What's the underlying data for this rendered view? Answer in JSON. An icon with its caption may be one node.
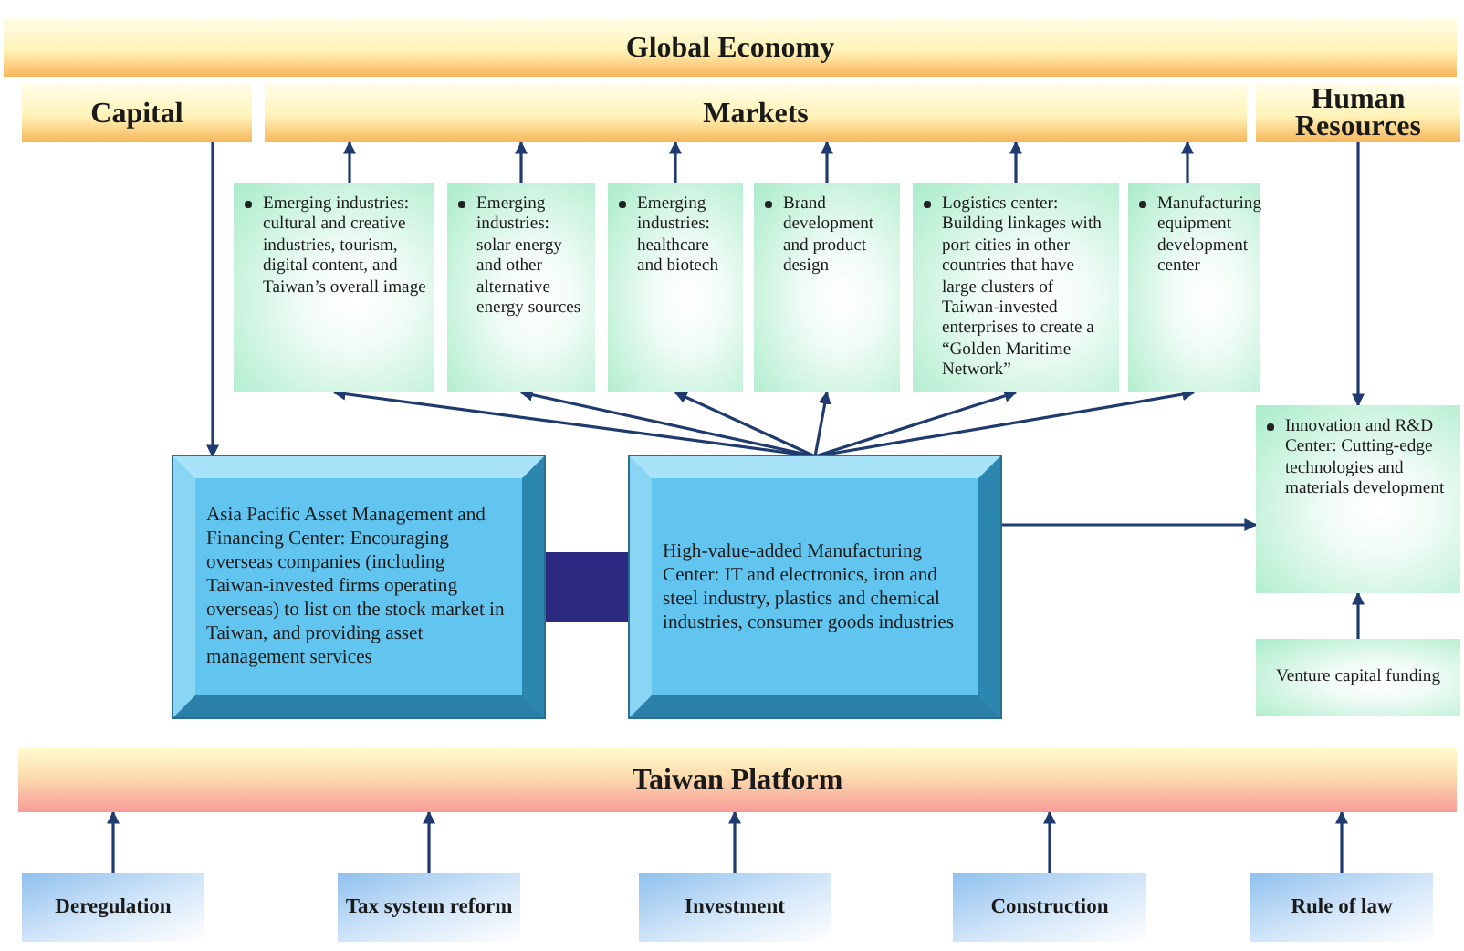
{
  "diagram": {
    "nodes": [
      {
        "text": [
          "Global Economy"
        ]
      },
      {
        "text": [
          "Capital"
        ]
      },
      {
        "text": [
          "Markets"
        ]
      },
      {
        "text": [
          "Human Resources"
        ]
      },
      {
        "text": [
          "Emerging industries: cultural and creative industries, tourism, digital content, and Taiwan’s overall image"
        ]
      },
      {
        "text": [
          "Emerging industries: solar energy and other alternative energy sources"
        ]
      },
      {
        "text": [
          "Emerging industries: healthcare and biotech"
        ]
      },
      {
        "text": [
          "Brand development and product design"
        ]
      },
      {
        "text": [
          "Logistics center: Building linkages with port cities in other countries that have large clusters of Taiwan-invested enterprises to create a “Golden Maritime Network”"
        ]
      },
      {
        "text": [
          "Manufacturing equipment development center"
        ]
      },
      {
        "text": [
          "Asia Pacific Asset Management and Financing Center: Encouraging overseas companies (including Taiwan-invested firms operating overseas) to list on the stock market in Taiwan, and providing asset management services"
        ]
      },
      {
        "text": [
          "High-value-added Manufacturing Center: IT and electronics, iron and steel industry, plastics and chemical industries, consumer goods industries"
        ]
      },
      {
        "text": [
          "Innovation and R&D Center: Cutting-edge technologies and materials development"
        ]
      },
      {
        "text": [
          "Venture capital funding"
        ]
      },
      {
        "text": [
          "Taiwan Platform"
        ]
      },
      {
        "text": [
          "Deregulation"
        ]
      },
      {
        "text": [
          "Tax system reform"
        ]
      },
      {
        "text": [
          "Investment"
        ]
      },
      {
        "text": [
          "Construction"
        ]
      },
      {
        "text": [
          "Rule of law"
        ]
      }
    ],
    "edges": [
      {
        "from": 4,
        "to": 2,
        "arrow": "to"
      },
      {
        "from": 5,
        "to": 2,
        "arrow": "to"
      },
      {
        "from": 6,
        "to": 2,
        "arrow": "to"
      },
      {
        "from": 7,
        "to": 2,
        "arrow": "to"
      },
      {
        "from": 8,
        "to": 2,
        "arrow": "to"
      },
      {
        "from": 9,
        "to": 2,
        "arrow": "to"
      },
      {
        "from": 1,
        "to": 10,
        "arrow": "to"
      },
      {
        "from": 3,
        "to": 12,
        "arrow": "to"
      },
      {
        "from": 11,
        "to": 4,
        "arrow": "to"
      },
      {
        "from": 11,
        "to": 5,
        "arrow": "to"
      },
      {
        "from": 11,
        "to": 6,
        "arrow": "to"
      },
      {
        "from": 11,
        "to": 7,
        "arrow": "to"
      },
      {
        "from": 11,
        "to": 8,
        "arrow": "to"
      },
      {
        "from": 11,
        "to": 9,
        "arrow": "to"
      },
      {
        "from": 11,
        "to": 12,
        "arrow": "to"
      },
      {
        "from": 13,
        "to": 12,
        "arrow": "to"
      },
      {
        "from": 10,
        "to": 11,
        "arrow": "none",
        "style": "thick",
        "color": "#2b2a80"
      },
      {
        "from": 15,
        "to": 14,
        "arrow": "to"
      },
      {
        "from": 16,
        "to": 14,
        "arrow": "to"
      },
      {
        "from": 17,
        "to": 14,
        "arrow": "to"
      },
      {
        "from": 18,
        "to": 14,
        "arrow": "to"
      },
      {
        "from": 19,
        "to": 14,
        "arrow": "to"
      }
    ]
  }
}
